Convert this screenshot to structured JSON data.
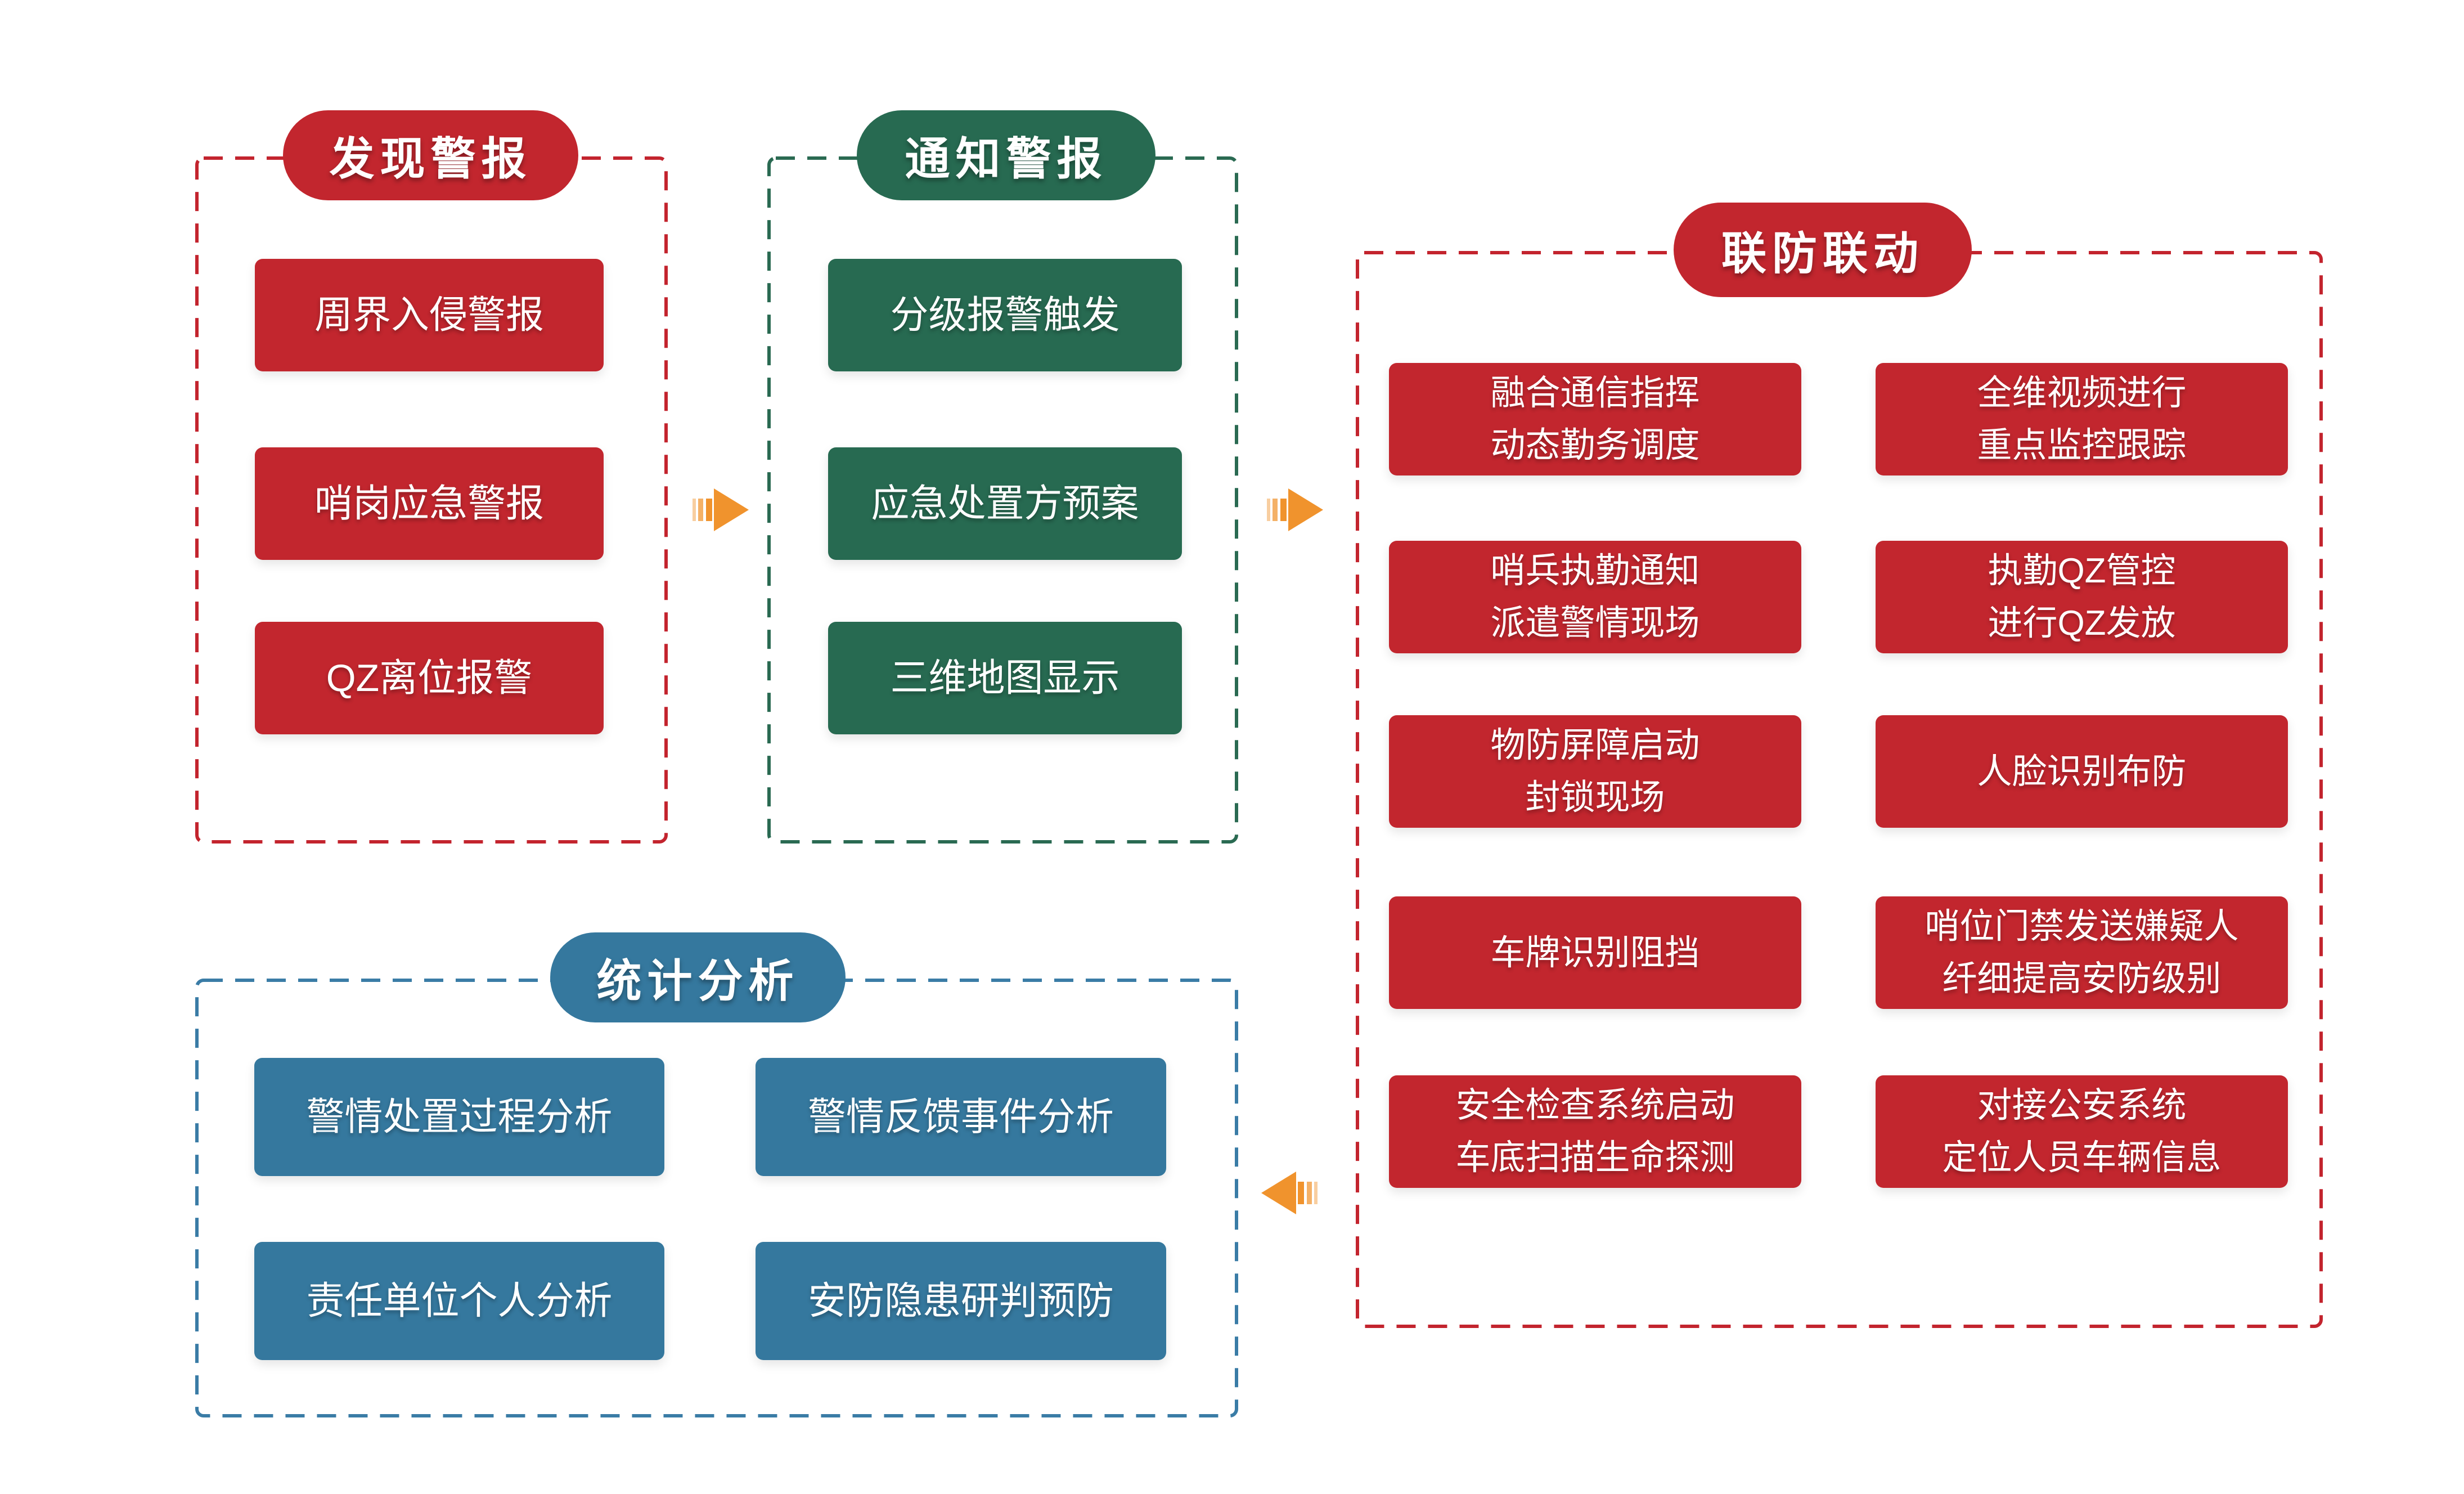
{
  "page": {
    "background": "#ffffff"
  },
  "colors": {
    "red_fill": "#C2262E",
    "red_border": "#C3242E",
    "green_fill": "#276A51",
    "green_border": "#2A6A52",
    "blue_fill": "#35789E",
    "blue_border": "#3A7CA6",
    "arrow_orange": "#F0932D",
    "text_white": "#ffffff"
  },
  "sections": {
    "discover": {
      "title": "发现警报",
      "boxes": [
        {
          "line1": "周界入侵警报"
        },
        {
          "line1": "哨岗应急警报"
        },
        {
          "line1": "QZ离位报警"
        }
      ]
    },
    "notify": {
      "title": "通知警报",
      "boxes": [
        {
          "line1": "分级报警触发"
        },
        {
          "line1": "应急处置方预案"
        },
        {
          "line1": "三维地图显示"
        }
      ]
    },
    "linkage": {
      "title": "联防联动",
      "left_boxes": [
        {
          "line1": "融合通信指挥",
          "line2": "动态勤务调度"
        },
        {
          "line1": "哨兵执勤通知",
          "line2": "派遣警情现场"
        },
        {
          "line1": "物防屏障启动",
          "line2": "封锁现场"
        },
        {
          "line1": "车牌识别阻挡",
          "line2": ""
        },
        {
          "line1": "安全检查系统启动",
          "line2": "车底扫描生命探测"
        }
      ],
      "right_boxes": [
        {
          "line1": "全维视频进行",
          "line2": "重点监控跟踪"
        },
        {
          "line1": "执勤QZ管控",
          "line2": "进行QZ发放"
        },
        {
          "line1": "人脸识别布防",
          "line2": ""
        },
        {
          "line1": "哨位门禁发送嫌疑人",
          "line2": "纤细提高安防级别"
        },
        {
          "line1": "对接公安系统",
          "line2": "定位人员车辆信息"
        }
      ]
    },
    "statistics": {
      "title": "统计分析",
      "boxes": [
        {
          "line1": "警情处置过程分析"
        },
        {
          "line1": "警情反馈事件分析"
        },
        {
          "line1": "责任单位个人分析"
        },
        {
          "line1": "安防隐患研判预防"
        }
      ]
    }
  },
  "icons": {
    "arrow1": "chevron-arrow-right",
    "arrow2": "chevron-arrow-right",
    "arrow3": "chevron-arrow-left"
  }
}
